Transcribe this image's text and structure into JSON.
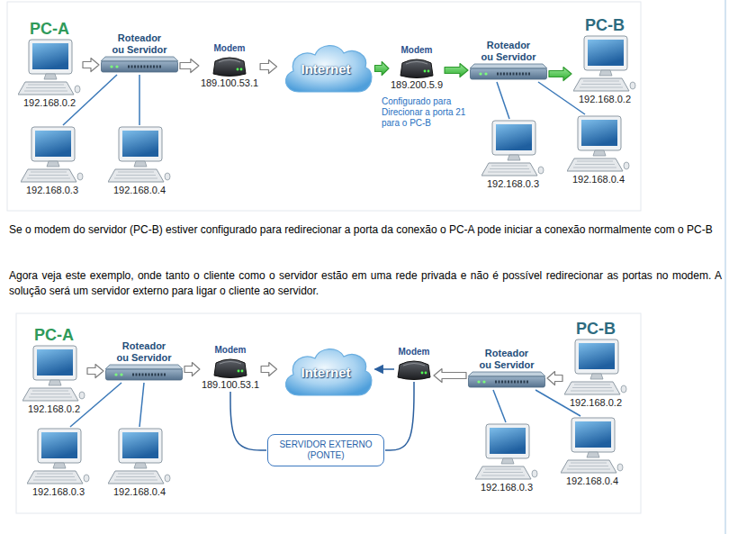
{
  "diagram": {
    "nodes": [
      {
        "text": [
          "PC-A",
          "192.168.0.2"
        ]
      },
      {
        "text": [
          "Roteador ou Servidor"
        ]
      },
      {
        "text": [
          "192.168.0.3"
        ]
      },
      {
        "text": [
          "192.168.0.4"
        ]
      },
      {
        "text": [
          "Modem",
          "189.100.53.1"
        ]
      },
      {
        "text": [
          "Internet"
        ]
      },
      {
        "text": [
          "Modem",
          "189.200.5.9"
        ]
      },
      {
        "text": [
          "Roteador ou Servidor"
        ]
      },
      {
        "text": [
          "PC-B",
          "192.168.0.2"
        ]
      },
      {
        "text": [
          "192.168.0.3"
        ]
      },
      {
        "text": [
          "192.168.0.4"
        ]
      },
      {
        "text": [
          "PC-A",
          "192.168.0.2"
        ]
      },
      {
        "text": [
          "Roteador ou Servidor"
        ]
      },
      {
        "text": [
          "192.168.0.3"
        ]
      },
      {
        "text": [
          "192.168.0.4"
        ]
      },
      {
        "text": [
          "Modem",
          "189.100.53.1"
        ]
      },
      {
        "text": [
          "Internet"
        ]
      },
      {
        "text": [
          "SERVIDOR EXTERNO (PONTE)"
        ]
      },
      {
        "text": [
          "Modem"
        ]
      },
      {
        "text": [
          "Roteador ou Servidor"
        ]
      },
      {
        "text": [
          "PC-B",
          "192.168.0.2"
        ]
      },
      {
        "text": [
          "192.168.0.3"
        ]
      },
      {
        "text": [
          "192.168.0.4"
        ]
      }
    ],
    "edges": [
      {
        "from": 0,
        "to": 1,
        "arrow": "to"
      },
      {
        "from": 1,
        "to": 4,
        "arrow": "to"
      },
      {
        "from": 4,
        "to": 5,
        "arrow": "to"
      },
      {
        "from": 5,
        "to": 6,
        "arrow": "to"
      },
      {
        "from": 6,
        "to": 7,
        "arrow": "to"
      },
      {
        "from": 7,
        "to": 8,
        "arrow": "to"
      },
      {
        "from": 1,
        "to": 2,
        "arrow": "none"
      },
      {
        "from": 1,
        "to": 3,
        "arrow": "none"
      },
      {
        "from": 7,
        "to": 9,
        "arrow": "none"
      },
      {
        "from": 7,
        "to": 10,
        "arrow": "none"
      },
      {
        "from": 11,
        "to": 12,
        "arrow": "to"
      },
      {
        "from": 12,
        "to": 15,
        "arrow": "to"
      },
      {
        "from": 15,
        "to": 16,
        "arrow": "to"
      },
      {
        "from": 15,
        "to": 17,
        "arrow": "none"
      },
      {
        "from": 17,
        "to": 18,
        "arrow": "none"
      },
      {
        "from": 18,
        "to": 16,
        "arrow": "to"
      },
      {
        "from": 19,
        "to": 18,
        "arrow": "to"
      },
      {
        "from": 20,
        "to": 19,
        "arrow": "to"
      },
      {
        "from": 12,
        "to": 13,
        "arrow": "none"
      },
      {
        "from": 12,
        "to": 14,
        "arrow": "none"
      },
      {
        "from": 19,
        "to": 21,
        "arrow": "none"
      },
      {
        "from": 19,
        "to": 22,
        "arrow": "none"
      }
    ],
    "labels": [
      "Configurado para Direcionar a porta 21 para o PC-B",
      "Se o modem do servidor (PC-B) estiver configurado para redirecionar a porta da conexão o PC-A pode iniciar a conexão normalmente com o PC-B",
      "Agora veja este exemplo, onde tanto o cliente como o servidor estão em uma rede privada e não é possível redirecionar as portas no modem. A solução será um servidor externo para ligar o cliente ao servidor."
    ]
  }
}
